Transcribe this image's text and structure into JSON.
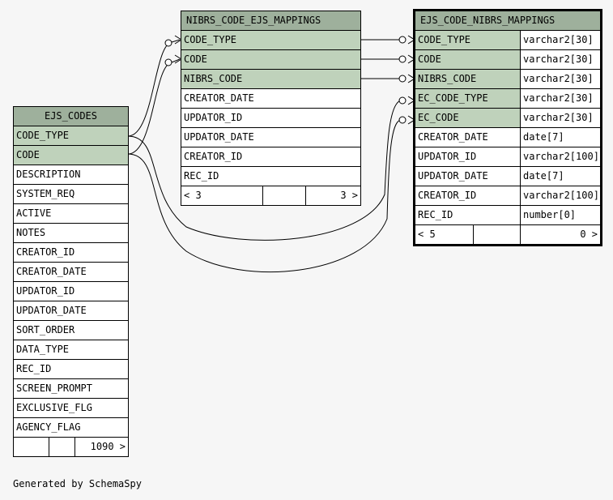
{
  "footer_text": "Generated by SchemaSpy",
  "ejs_codes": {
    "title": "EJS_CODES",
    "columns": [
      "CODE_TYPE",
      "CODE",
      "DESCRIPTION",
      "SYSTEM_REQ",
      "ACTIVE",
      "NOTES",
      "CREATOR_ID",
      "CREATOR_DATE",
      "UPDATOR_ID",
      "UPDATOR_DATE",
      "SORT_ORDER",
      "DATA_TYPE",
      "REC_ID",
      "SCREEN_PROMPT",
      "EXCLUSIVE_FLG",
      "AGENCY_FLAG"
    ],
    "footer": {
      "left": "",
      "middle": "",
      "right": "1090 >"
    }
  },
  "nibrs_code_ejs_mappings": {
    "title": "NIBRS_CODE_EJS_MAPPINGS",
    "columns": [
      "CODE_TYPE",
      "CODE",
      "NIBRS_CODE",
      "CREATOR_DATE",
      "UPDATOR_ID",
      "UPDATOR_DATE",
      "CREATOR_ID",
      "REC_ID"
    ],
    "footer": {
      "left": "< 3",
      "middle": "",
      "right": "3 >"
    }
  },
  "ejs_code_nibrs_mappings": {
    "title": "EJS_CODE_NIBRS_MAPPINGS",
    "columns": [
      {
        "name": "CODE_TYPE",
        "type": "varchar2[30]"
      },
      {
        "name": "CODE",
        "type": "varchar2[30]"
      },
      {
        "name": "NIBRS_CODE",
        "type": "varchar2[30]"
      },
      {
        "name": "EC_CODE_TYPE",
        "type": "varchar2[30]"
      },
      {
        "name": "EC_CODE",
        "type": "varchar2[30]"
      },
      {
        "name": "CREATOR_DATE",
        "type": "date[7]"
      },
      {
        "name": "UPDATOR_ID",
        "type": "varchar2[100]"
      },
      {
        "name": "UPDATOR_DATE",
        "type": "date[7]"
      },
      {
        "name": "CREATOR_ID",
        "type": "varchar2[100]"
      },
      {
        "name": "REC_ID",
        "type": "number[0]"
      }
    ],
    "footer": {
      "left": "< 5",
      "middle": "",
      "right": "0 >"
    }
  }
}
